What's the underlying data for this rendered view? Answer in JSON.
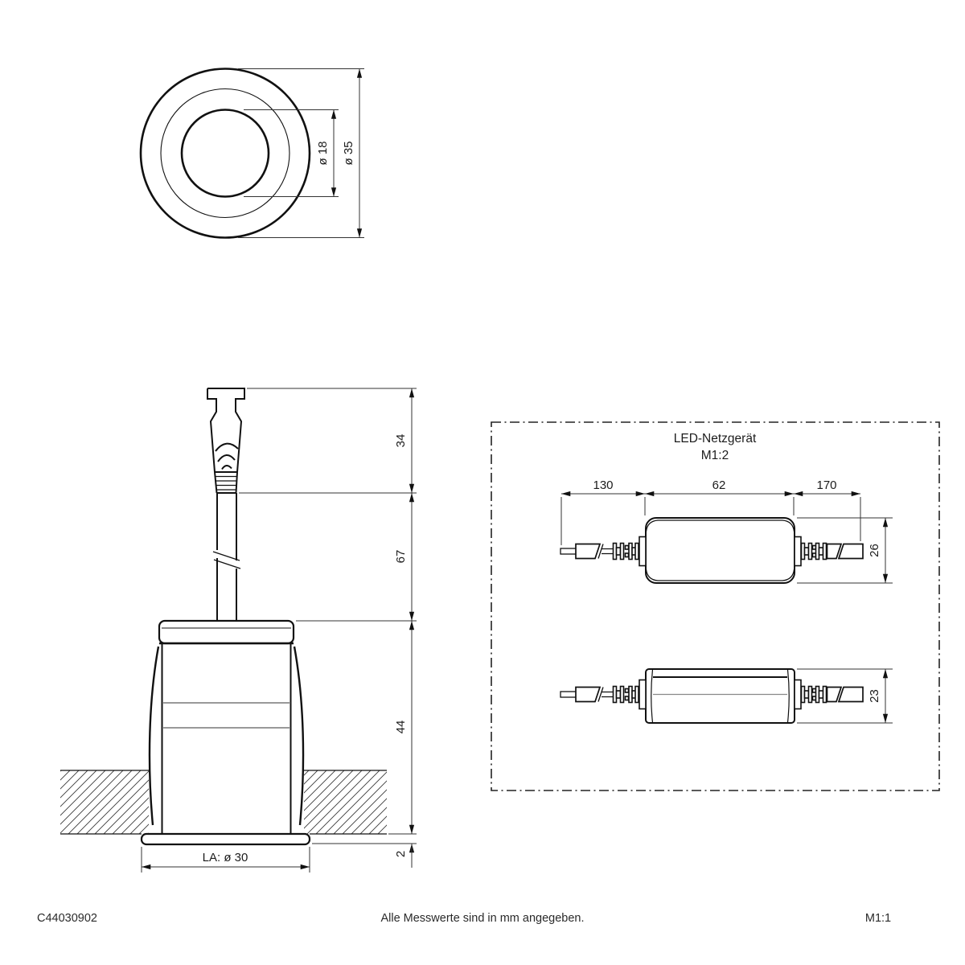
{
  "page": {
    "background": "#ffffff",
    "ink": "#1a1a1a"
  },
  "footer": {
    "article_number": "C44030902",
    "note": "Alle Messwerte sind in mm angegeben.",
    "scale": "M1:1"
  },
  "luminaire": {
    "front_view": {
      "inner_diameter": "ø 18",
      "outer_diameter": "ø 35"
    },
    "side_view": {
      "plug_length": "34",
      "cable_length": "67",
      "housing_depth": "44",
      "bezel_height": "2",
      "cutout": "LA: ø 30"
    }
  },
  "psu": {
    "title": "LED-Netzgerät",
    "scale": "M1:2",
    "top_view": {
      "input_cable_length": "130",
      "body_length": "62",
      "output_cable_length": "170",
      "body_width": "26"
    },
    "side_view": {
      "body_height": "23"
    }
  }
}
